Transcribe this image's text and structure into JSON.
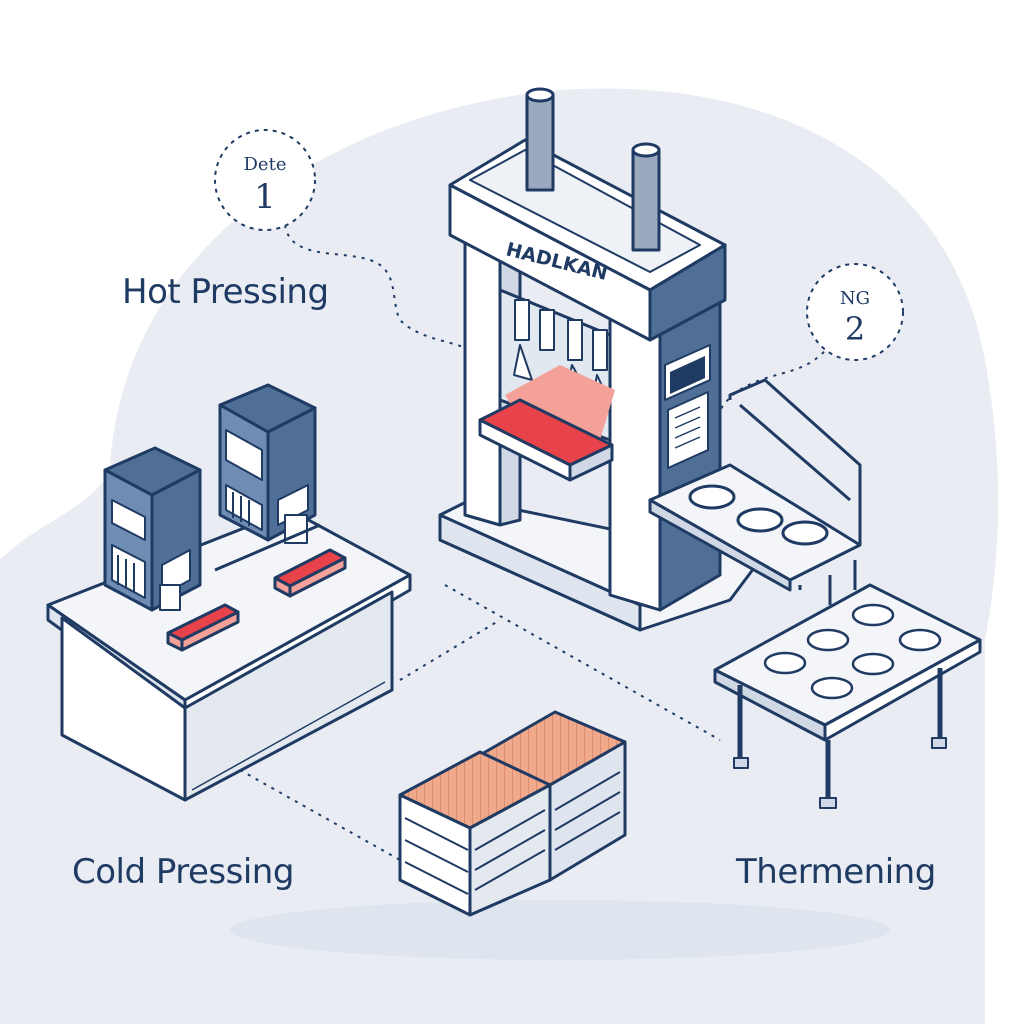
{
  "labels": {
    "hot_pressing": "Hot Pressing",
    "cold_pressing": "Cold Pressing",
    "thermening": "Thermening"
  },
  "badges": [
    {
      "top": "Dete",
      "number": "1"
    },
    {
      "top": "NG",
      "number": "2"
    }
  ],
  "press": {
    "nameplate": "HADLKAN"
  },
  "colors": {
    "outline": "#1f3a63",
    "backdrop": "#e9edf3",
    "steel_blue": "#4f6f96",
    "heat_red": "#e8434a",
    "heat_glow": "#f4a199",
    "crate_top": "#f0a98a",
    "panel_light": "#f3f5f9"
  }
}
